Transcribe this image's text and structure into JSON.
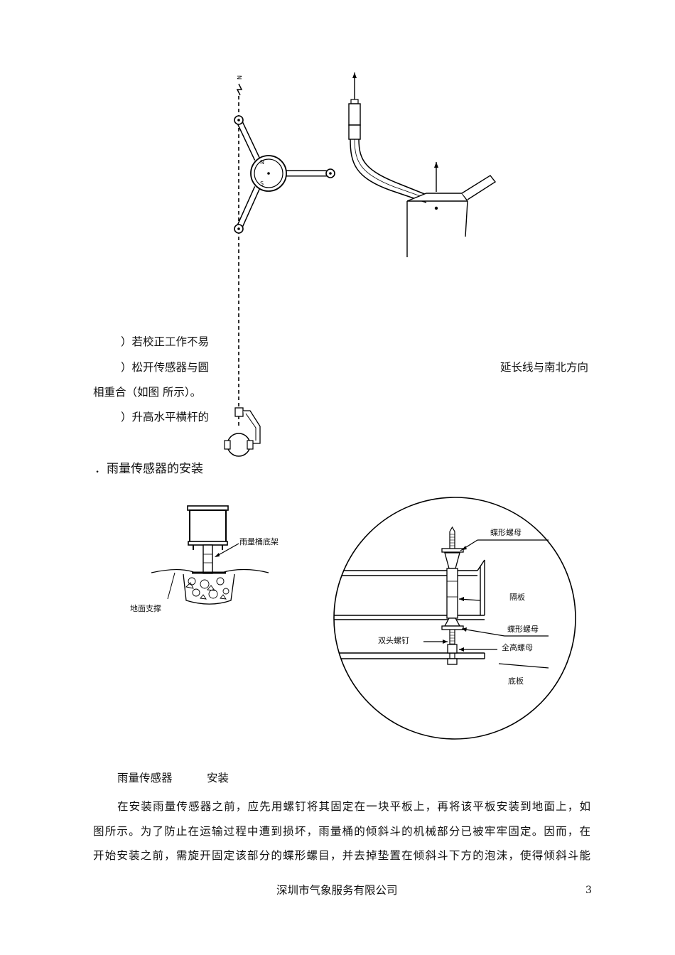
{
  "wind_section": {
    "line1": "）若校正工作不易",
    "line2_left": "）松开传感器与圆",
    "line2_right": "延长线与南北方向",
    "line3": "相重合（如图  所示）。",
    "line4": "）升高水平横杆的",
    "compass_n": "N",
    "compass_s": "S"
  },
  "rain_section": {
    "heading": "．雨量传感器的安装",
    "label_base_frame": "雨量桶底架",
    "label_ground_support": "地面支撑",
    "label_wing_nut_top": "蝶形螺母",
    "label_partition": "隔板",
    "label_wing_nut_mid": "蝶形螺母",
    "label_double_screw": "双头螺钉",
    "label_full_nut": "全高螺母",
    "label_bottom_plate": "底板",
    "caption_left": "雨量传感器",
    "caption_right": "安装",
    "para_line1": "在安装雨量传感器之前，应先用螺钉将其固定在一块平板上，再将该平板安装到地面上，如",
    "para_line2": "图所示。为了防止在运输过程中遭到损坏，雨量桶的倾斜斗的机械部分已被牢牢固定。因而，在",
    "para_line3": "开始安装之前，需旋开固定该部分的蝶形螺目，并去掉垫置在倾斜斗下方的泡沫，使得倾斜斗能"
  },
  "footer": {
    "company": "深圳市气象服务有限公司",
    "page_number": "3"
  }
}
